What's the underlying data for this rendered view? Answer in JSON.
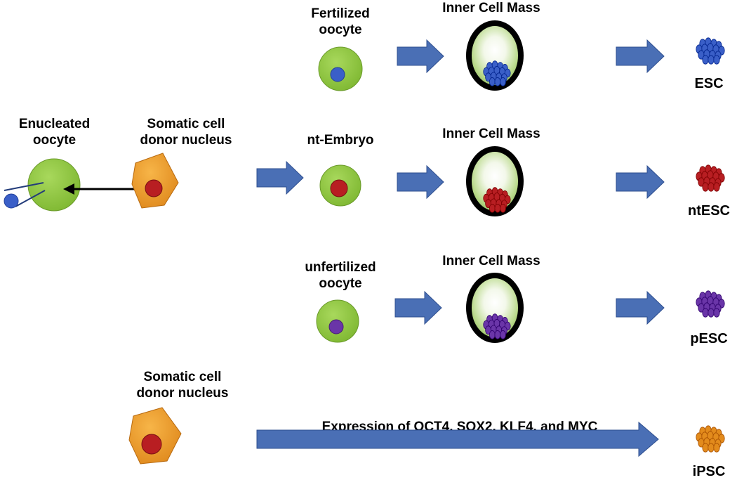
{
  "row_esc": {
    "start_label": [
      "Fertilized",
      "oocyte"
    ],
    "icm_label": "Inner Cell Mass",
    "result": "ESC",
    "color": "#3a5fc8"
  },
  "row_nt": {
    "enucleated_label": [
      "Enucleated",
      "oocyte"
    ],
    "somatic_label": [
      "Somatic cell",
      "donor nucleus"
    ],
    "start_label": "nt-Embryo",
    "icm_label": "Inner Cell Mass",
    "result": "ntESC",
    "color": "#b81e22"
  },
  "row_p": {
    "start_label": [
      "unfertilized",
      "oocyte"
    ],
    "icm_label": "Inner Cell Mass",
    "result": "pESC",
    "color": "#6a35a8"
  },
  "row_ips": {
    "somatic_label": [
      "Somatic cell",
      "donor nucleus"
    ],
    "arrow_label": "Expression of OCT4, SOX2, KLF4, and MYC",
    "result": "iPSC",
    "color": "#e38b1c"
  },
  "colors": {
    "arrow": "#4a6fb5",
    "oocyte": "#8dc63f",
    "somatic": "#f0a030",
    "icm_ring": "#000000"
  }
}
